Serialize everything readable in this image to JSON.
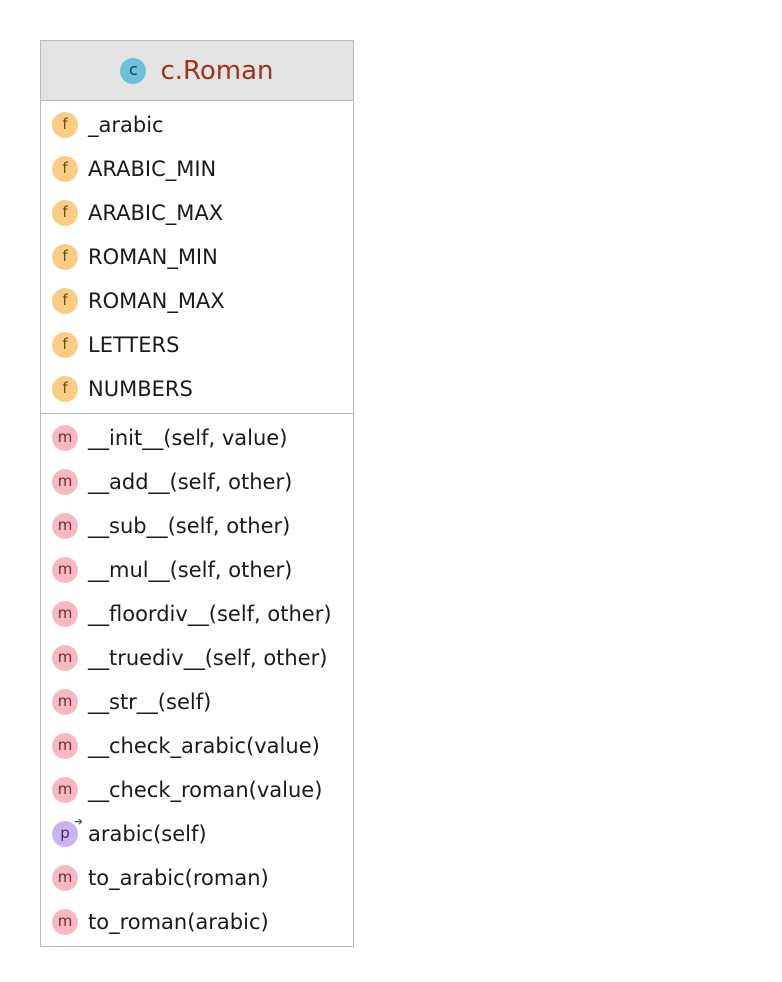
{
  "class": {
    "badge": "c",
    "name": "c.Roman"
  },
  "fields": [
    {
      "badge": "f",
      "text": "_arabic"
    },
    {
      "badge": "f",
      "text": "ARABIC_MIN"
    },
    {
      "badge": "f",
      "text": "ARABIC_MAX"
    },
    {
      "badge": "f",
      "text": "ROMAN_MIN"
    },
    {
      "badge": "f",
      "text": "ROMAN_MAX"
    },
    {
      "badge": "f",
      "text": "LETTERS"
    },
    {
      "badge": "f",
      "text": "NUMBERS"
    }
  ],
  "methods": [
    {
      "kind": "method",
      "badge": "m",
      "text": "__init__(self, value)"
    },
    {
      "kind": "method",
      "badge": "m",
      "text": "__add__(self, other)"
    },
    {
      "kind": "method",
      "badge": "m",
      "text": "__sub__(self, other)"
    },
    {
      "kind": "method",
      "badge": "m",
      "text": "__mul__(self, other)"
    },
    {
      "kind": "method",
      "badge": "m",
      "text": "__floordiv__(self, other)"
    },
    {
      "kind": "method",
      "badge": "m",
      "text": "__truediv__(self, other)"
    },
    {
      "kind": "method",
      "badge": "m",
      "text": "__str__(self)"
    },
    {
      "kind": "method",
      "badge": "m",
      "text": "__check_arabic(value)"
    },
    {
      "kind": "method",
      "badge": "m",
      "text": "__check_roman(value)"
    },
    {
      "kind": "property",
      "badge": "p",
      "text": "arabic(self)"
    },
    {
      "kind": "method",
      "badge": "m",
      "text": "to_arabic(roman)"
    },
    {
      "kind": "method",
      "badge": "m",
      "text": "to_roman(arabic)"
    }
  ],
  "colors": {
    "header_background": "#e3e3e3",
    "class_name": "#9c3418",
    "class_badge": "#6cc0dc",
    "field_badge": "#f9cd85",
    "method_badge": "#f6b9c3",
    "property_badge": "#cab5ee"
  },
  "icons": {
    "class": "class-icon",
    "field": "field-icon",
    "method": "method-icon",
    "property": "property-icon"
  }
}
